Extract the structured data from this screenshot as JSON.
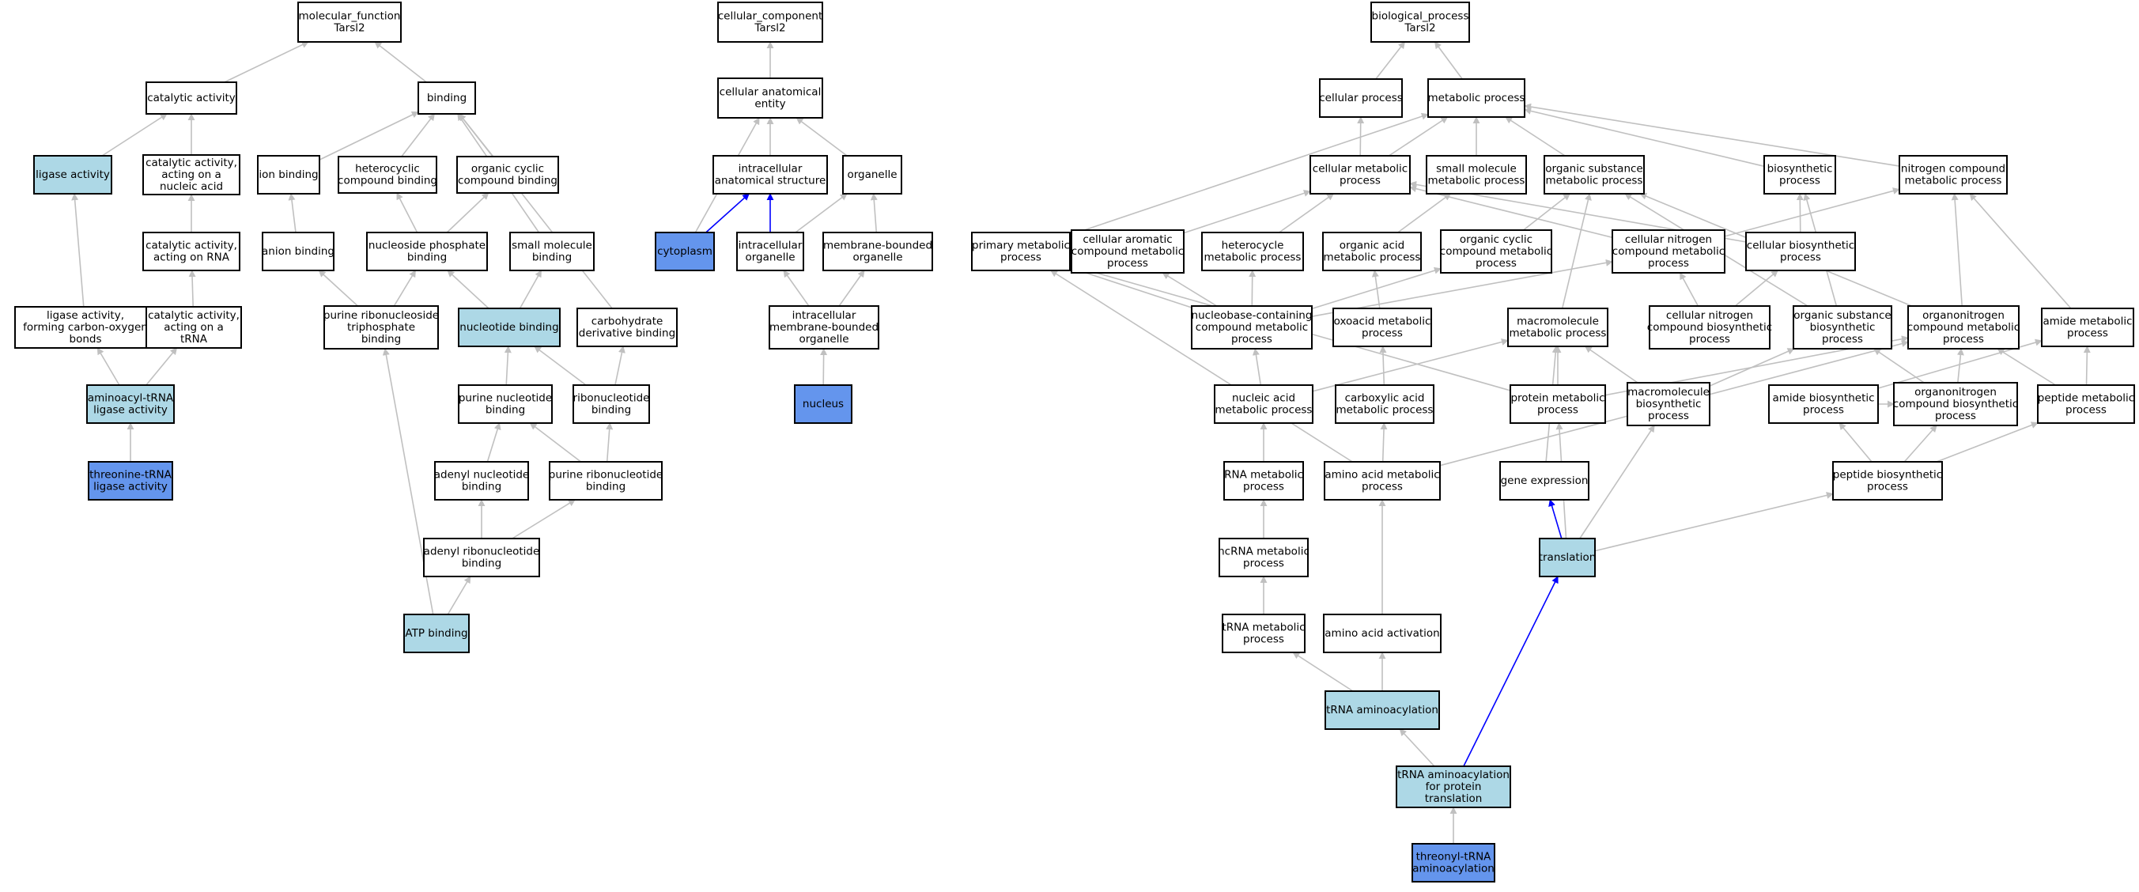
{
  "colors": {
    "node_default": "#ffffff",
    "node_annotated": "#add8e6",
    "node_direct": "#6495ed",
    "edge_default": "#c0c0c0",
    "edge_highlight": "#0000ff"
  },
  "nodes": [
    {
      "id": "mf",
      "label": [
        "molecular_function",
        "Tarsl2"
      ],
      "style": "default"
    },
    {
      "id": "cat",
      "label": [
        "catalytic activity"
      ],
      "style": "default"
    },
    {
      "id": "binding",
      "label": [
        "binding"
      ],
      "style": "default"
    },
    {
      "id": "ligase",
      "label": [
        "ligase activity"
      ],
      "style": "annotated"
    },
    {
      "id": "catna",
      "label": [
        "catalytic activity,",
        "acting on a",
        "nucleic acid"
      ],
      "style": "default"
    },
    {
      "id": "ionb",
      "label": [
        "ion binding"
      ],
      "style": "default"
    },
    {
      "id": "hetcb",
      "label": [
        "heterocyclic",
        "compound binding"
      ],
      "style": "default"
    },
    {
      "id": "orgcb",
      "label": [
        "organic cyclic",
        "compound binding"
      ],
      "style": "default"
    },
    {
      "id": "catrna",
      "label": [
        "catalytic activity,",
        "acting on RNA"
      ],
      "style": "default"
    },
    {
      "id": "anionb",
      "label": [
        "anion binding"
      ],
      "style": "default"
    },
    {
      "id": "nucphosb",
      "label": [
        "nucleoside phosphate",
        "binding"
      ],
      "style": "default"
    },
    {
      "id": "smallmolb",
      "label": [
        "small molecule",
        "binding"
      ],
      "style": "default"
    },
    {
      "id": "ligco",
      "label": [
        "ligase activity,",
        "forming carbon-oxygen",
        "bonds"
      ],
      "style": "default"
    },
    {
      "id": "cattrna",
      "label": [
        "catalytic activity,",
        "acting on a",
        "tRNA"
      ],
      "style": "default"
    },
    {
      "id": "purtrib",
      "label": [
        "purine ribonucleoside",
        "triphosphate",
        "binding"
      ],
      "style": "default"
    },
    {
      "id": "nucb",
      "label": [
        "nucleotide binding"
      ],
      "style": "annotated"
    },
    {
      "id": "carbob",
      "label": [
        "carbohydrate",
        "derivative binding"
      ],
      "style": "default"
    },
    {
      "id": "aatrna",
      "label": [
        "aminoacyl-tRNA",
        "ligase activity"
      ],
      "style": "annotated"
    },
    {
      "id": "purnucb",
      "label": [
        "purine nucleotide",
        "binding"
      ],
      "style": "default"
    },
    {
      "id": "ribonucb",
      "label": [
        "ribonucleotide",
        "binding"
      ],
      "style": "default"
    },
    {
      "id": "thrtrna",
      "label": [
        "threonine-tRNA",
        "ligase activity"
      ],
      "style": "direct"
    },
    {
      "id": "adenylb",
      "label": [
        "adenyl nucleotide",
        "binding"
      ],
      "style": "default"
    },
    {
      "id": "purribob",
      "label": [
        "purine ribonucleotide",
        "binding"
      ],
      "style": "default"
    },
    {
      "id": "adenylribob",
      "label": [
        "adenyl ribonucleotide",
        "binding"
      ],
      "style": "default"
    },
    {
      "id": "atpb",
      "label": [
        "ATP binding"
      ],
      "style": "annotated"
    },
    {
      "id": "cc",
      "label": [
        "cellular_component",
        "Tarsl2"
      ],
      "style": "default"
    },
    {
      "id": "cae",
      "label": [
        "cellular anatomical",
        "entity"
      ],
      "style": "default"
    },
    {
      "id": "intras",
      "label": [
        "intracellular",
        "anatomical structure"
      ],
      "style": "default"
    },
    {
      "id": "organelle",
      "label": [
        "organelle"
      ],
      "style": "default"
    },
    {
      "id": "cytoplasm",
      "label": [
        "cytoplasm"
      ],
      "style": "direct"
    },
    {
      "id": "intraorg",
      "label": [
        "intracellular",
        "organelle"
      ],
      "style": "default"
    },
    {
      "id": "membrorg",
      "label": [
        "membrane-bounded",
        "organelle"
      ],
      "style": "default"
    },
    {
      "id": "intramemb",
      "label": [
        "intracellular",
        "membrane-bounded",
        "organelle"
      ],
      "style": "default"
    },
    {
      "id": "nucleus",
      "label": [
        "nucleus"
      ],
      "style": "direct"
    },
    {
      "id": "bp",
      "label": [
        "biological_process",
        "Tarsl2"
      ],
      "style": "default"
    },
    {
      "id": "cellproc",
      "label": [
        "cellular process"
      ],
      "style": "default"
    },
    {
      "id": "metproc",
      "label": [
        "metabolic process"
      ],
      "style": "default"
    },
    {
      "id": "cellmet",
      "label": [
        "cellular metabolic",
        "process"
      ],
      "style": "default"
    },
    {
      "id": "smallmet",
      "label": [
        "small molecule",
        "metabolic process"
      ],
      "style": "default"
    },
    {
      "id": "orgsubmet",
      "label": [
        "organic substance",
        "metabolic process"
      ],
      "style": "default"
    },
    {
      "id": "biosyn",
      "label": [
        "biosynthetic",
        "process"
      ],
      "style": "default"
    },
    {
      "id": "nitromet",
      "label": [
        "nitrogen compound",
        "metabolic process"
      ],
      "style": "default"
    },
    {
      "id": "primmet",
      "label": [
        "primary metabolic",
        "process"
      ],
      "style": "default"
    },
    {
      "id": "caromet",
      "label": [
        "cellular aromatic",
        "compound metabolic",
        "process"
      ],
      "style": "default"
    },
    {
      "id": "hetmet",
      "label": [
        "heterocycle",
        "metabolic process"
      ],
      "style": "default"
    },
    {
      "id": "orgacidmet",
      "label": [
        "organic acid",
        "metabolic process"
      ],
      "style": "default"
    },
    {
      "id": "orgcycmet",
      "label": [
        "organic cyclic",
        "compound metabolic",
        "process"
      ],
      "style": "default"
    },
    {
      "id": "cellnitmet",
      "label": [
        "cellular nitrogen",
        "compound metabolic",
        "process"
      ],
      "style": "default"
    },
    {
      "id": "cellbio",
      "label": [
        "cellular biosynthetic",
        "process"
      ],
      "style": "default"
    },
    {
      "id": "nucbasemet",
      "label": [
        "nucleobase-containing",
        "compound metabolic",
        "process"
      ],
      "style": "default"
    },
    {
      "id": "oxoacid",
      "label": [
        "oxoacid metabolic",
        "process"
      ],
      "style": "default"
    },
    {
      "id": "macromet",
      "label": [
        "macromolecule",
        "metabolic process"
      ],
      "style": "default"
    },
    {
      "id": "cellnitbio",
      "label": [
        "cellular nitrogen",
        "compound biosynthetic",
        "process"
      ],
      "style": "default"
    },
    {
      "id": "orgsubbio",
      "label": [
        "organic substance",
        "biosynthetic",
        "process"
      ],
      "style": "default"
    },
    {
      "id": "orgnitmet",
      "label": [
        "organonitrogen",
        "compound metabolic",
        "process"
      ],
      "style": "default"
    },
    {
      "id": "amidemet",
      "label": [
        "amide metabolic",
        "process"
      ],
      "style": "default"
    },
    {
      "id": "nucacid",
      "label": [
        "nucleic acid",
        "metabolic process"
      ],
      "style": "default"
    },
    {
      "id": "carboxmet",
      "label": [
        "carboxylic acid",
        "metabolic process"
      ],
      "style": "default"
    },
    {
      "id": "protmet",
      "label": [
        "protein metabolic",
        "process"
      ],
      "style": "default"
    },
    {
      "id": "macrobio",
      "label": [
        "macromolecule",
        "biosynthetic",
        "process"
      ],
      "style": "default"
    },
    {
      "id": "amidebio",
      "label": [
        "amide biosynthetic",
        "process"
      ],
      "style": "default"
    },
    {
      "id": "orgnitbio",
      "label": [
        "organonitrogen",
        "compound biosynthetic",
        "process"
      ],
      "style": "default"
    },
    {
      "id": "peptmet",
      "label": [
        "peptide metabolic",
        "process"
      ],
      "style": "default"
    },
    {
      "id": "rnamet",
      "label": [
        "RNA metabolic",
        "process"
      ],
      "style": "default"
    },
    {
      "id": "aamet",
      "label": [
        "amino acid metabolic",
        "process"
      ],
      "style": "default"
    },
    {
      "id": "geneexp",
      "label": [
        "gene expression"
      ],
      "style": "default"
    },
    {
      "id": "peptbio",
      "label": [
        "peptide biosynthetic",
        "process"
      ],
      "style": "default"
    },
    {
      "id": "ncrna",
      "label": [
        "ncRNA metabolic",
        "process"
      ],
      "style": "default"
    },
    {
      "id": "translation",
      "label": [
        "translation"
      ],
      "style": "annotated"
    },
    {
      "id": "trnamet",
      "label": [
        "tRNA metabolic",
        "process"
      ],
      "style": "default"
    },
    {
      "id": "aaact",
      "label": [
        "amino acid activation"
      ],
      "style": "default"
    },
    {
      "id": "trnaaa",
      "label": [
        "tRNA aminoacylation"
      ],
      "style": "annotated"
    },
    {
      "id": "trnaaaprot",
      "label": [
        "tRNA aminoacylation",
        "for protein",
        "translation"
      ],
      "style": "annotated"
    },
    {
      "id": "thrtrnaaa",
      "label": [
        "threonyl-tRNA",
        "aminoacylation"
      ],
      "style": "direct"
    }
  ],
  "edges": [
    {
      "from": "cat",
      "to": "mf"
    },
    {
      "from": "binding",
      "to": "mf"
    },
    {
      "from": "ligase",
      "to": "cat"
    },
    {
      "from": "catna",
      "to": "cat"
    },
    {
      "from": "ionb",
      "to": "binding"
    },
    {
      "from": "hetcb",
      "to": "binding"
    },
    {
      "from": "orgcb",
      "to": "binding"
    },
    {
      "from": "smallmolb",
      "to": "binding"
    },
    {
      "from": "carbob",
      "to": "binding"
    },
    {
      "from": "catrna",
      "to": "catna"
    },
    {
      "from": "anionb",
      "to": "ionb"
    },
    {
      "from": "nucphosb",
      "to": "hetcb"
    },
    {
      "from": "nucphosb",
      "to": "orgcb"
    },
    {
      "from": "ligco",
      "to": "ligase"
    },
    {
      "from": "cattrna",
      "to": "catrna"
    },
    {
      "from": "purtrib",
      "to": "anionb"
    },
    {
      "from": "purtrib",
      "to": "nucphosb"
    },
    {
      "from": "nucb",
      "to": "nucphosb"
    },
    {
      "from": "nucb",
      "to": "smallmolb"
    },
    {
      "from": "aatrna",
      "to": "ligco"
    },
    {
      "from": "aatrna",
      "to": "cattrna"
    },
    {
      "from": "purnucb",
      "to": "nucb"
    },
    {
      "from": "ribonucb",
      "to": "nucb"
    },
    {
      "from": "ribonucb",
      "to": "carbob"
    },
    {
      "from": "thrtrna",
      "to": "aatrna"
    },
    {
      "from": "adenylb",
      "to": "purnucb"
    },
    {
      "from": "purribob",
      "to": "purnucb"
    },
    {
      "from": "purribob",
      "to": "ribonucb"
    },
    {
      "from": "adenylribob",
      "to": "adenylb"
    },
    {
      "from": "adenylribob",
      "to": "purribob"
    },
    {
      "from": "atpb",
      "to": "adenylribob"
    },
    {
      "from": "atpb",
      "to": "purtrib"
    },
    {
      "from": "cae",
      "to": "cc"
    },
    {
      "from": "intras",
      "to": "cae"
    },
    {
      "from": "organelle",
      "to": "cae"
    },
    {
      "from": "cytoplasm",
      "to": "intras",
      "highlight": true
    },
    {
      "from": "cytoplasm",
      "to": "cae"
    },
    {
      "from": "intraorg",
      "to": "intras",
      "highlight": true
    },
    {
      "from": "intraorg",
      "to": "organelle"
    },
    {
      "from": "membrorg",
      "to": "organelle"
    },
    {
      "from": "intramemb",
      "to": "intraorg"
    },
    {
      "from": "intramemb",
      "to": "membrorg"
    },
    {
      "from": "nucleus",
      "to": "intramemb"
    },
    {
      "from": "cellproc",
      "to": "bp"
    },
    {
      "from": "metproc",
      "to": "bp"
    },
    {
      "from": "cellmet",
      "to": "cellproc"
    },
    {
      "from": "cellmet",
      "to": "metproc"
    },
    {
      "from": "smallmet",
      "to": "metproc"
    },
    {
      "from": "orgsubmet",
      "to": "metproc"
    },
    {
      "from": "biosyn",
      "to": "metproc"
    },
    {
      "from": "nitromet",
      "to": "metproc"
    },
    {
      "from": "primmet",
      "to": "metproc"
    },
    {
      "from": "caromet",
      "to": "cellmet"
    },
    {
      "from": "hetmet",
      "to": "cellmet"
    },
    {
      "from": "orgacidmet",
      "to": "smallmet"
    },
    {
      "from": "orgcycmet",
      "to": "orgsubmet"
    },
    {
      "from": "cellnitmet",
      "to": "cellmet"
    },
    {
      "from": "cellnitmet",
      "to": "nitromet"
    },
    {
      "from": "cellbio",
      "to": "cellmet"
    },
    {
      "from": "cellbio",
      "to": "biosyn"
    },
    {
      "from": "nucbasemet",
      "to": "primmet"
    },
    {
      "from": "nucbasemet",
      "to": "caromet"
    },
    {
      "from": "nucbasemet",
      "to": "hetmet"
    },
    {
      "from": "nucbasemet",
      "to": "orgcycmet"
    },
    {
      "from": "nucbasemet",
      "to": "cellnitmet"
    },
    {
      "from": "oxoacid",
      "to": "orgacidmet"
    },
    {
      "from": "macromet",
      "to": "orgsubmet"
    },
    {
      "from": "cellnitbio",
      "to": "cellnitmet"
    },
    {
      "from": "cellnitbio",
      "to": "cellbio"
    },
    {
      "from": "orgsubbio",
      "to": "orgsubmet"
    },
    {
      "from": "orgsubbio",
      "to": "biosyn"
    },
    {
      "from": "orgnitmet",
      "to": "orgsubmet"
    },
    {
      "from": "orgnitmet",
      "to": "nitromet"
    },
    {
      "from": "amidemet",
      "to": "nitromet"
    },
    {
      "from": "nucacid",
      "to": "nucbasemet"
    },
    {
      "from": "nucacid",
      "to": "macromet"
    },
    {
      "from": "carboxmet",
      "to": "oxoacid"
    },
    {
      "from": "protmet",
      "to": "macromet"
    },
    {
      "from": "protmet",
      "to": "primmet"
    },
    {
      "from": "protmet",
      "to": "orgnitmet"
    },
    {
      "from": "macrobio",
      "to": "macromet"
    },
    {
      "from": "macrobio",
      "to": "orgsubbio"
    },
    {
      "from": "amidebio",
      "to": "amidemet"
    },
    {
      "from": "amidebio",
      "to": "orgnitbio"
    },
    {
      "from": "orgnitbio",
      "to": "orgnitmet"
    },
    {
      "from": "orgnitbio",
      "to": "orgsubbio"
    },
    {
      "from": "peptmet",
      "to": "amidemet"
    },
    {
      "from": "peptmet",
      "to": "orgnitmet"
    },
    {
      "from": "rnamet",
      "to": "nucacid"
    },
    {
      "from": "aamet",
      "to": "carboxmet"
    },
    {
      "from": "aamet",
      "to": "orgnitmet"
    },
    {
      "from": "aamet",
      "to": "primmet"
    },
    {
      "from": "geneexp",
      "to": "macromet"
    },
    {
      "from": "peptbio",
      "to": "amidebio"
    },
    {
      "from": "peptbio",
      "to": "orgnitbio"
    },
    {
      "from": "peptbio",
      "to": "peptmet"
    },
    {
      "from": "ncrna",
      "to": "rnamet"
    },
    {
      "from": "translation",
      "to": "geneexp",
      "highlight": true
    },
    {
      "from": "translation",
      "to": "protmet"
    },
    {
      "from": "translation",
      "to": "macrobio"
    },
    {
      "from": "translation",
      "to": "peptbio"
    },
    {
      "from": "trnamet",
      "to": "ncrna"
    },
    {
      "from": "aaact",
      "to": "aamet"
    },
    {
      "from": "trnaaa",
      "to": "trnamet"
    },
    {
      "from": "trnaaa",
      "to": "aaact"
    },
    {
      "from": "trnaaaprot",
      "to": "trnaaa"
    },
    {
      "from": "trnaaaprot",
      "to": "translation",
      "highlight": true
    },
    {
      "from": "thrtrnaaa",
      "to": "trnaaaprot"
    }
  ]
}
